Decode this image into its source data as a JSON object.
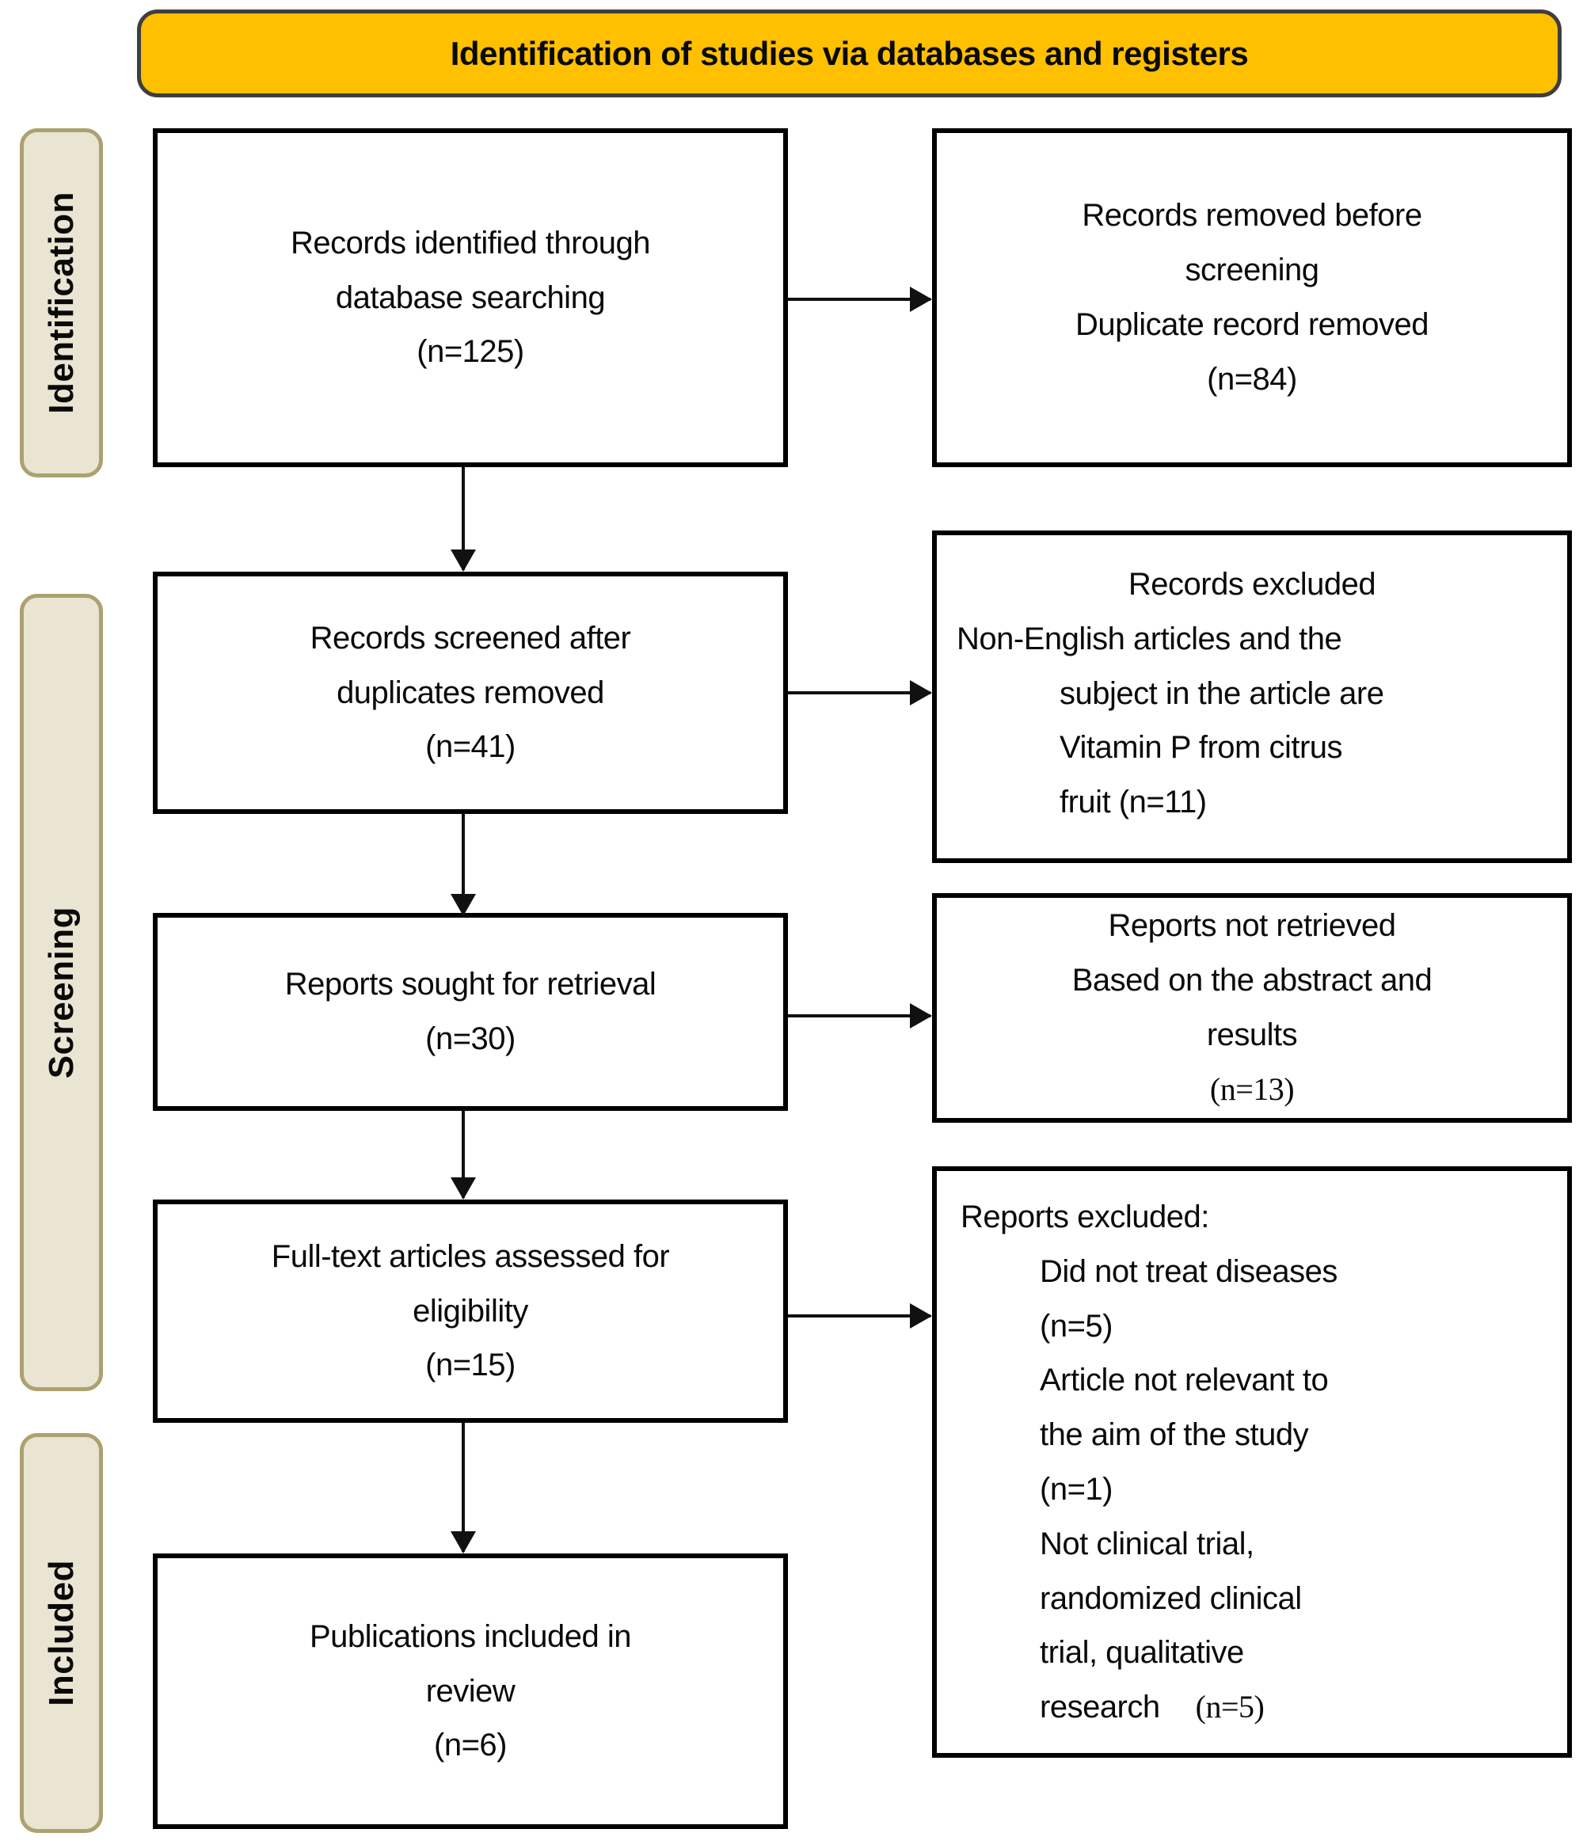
{
  "header": {
    "title": "Identification of studies via databases and registers"
  },
  "stages": [
    {
      "label": "Identification"
    },
    {
      "label": "Screening"
    },
    {
      "label": "Included"
    }
  ],
  "flow": [
    {
      "lines": [
        "Records identified through",
        "database searching",
        "(n=125)"
      ]
    },
    {
      "lines": [
        "Records screened after",
        "duplicates removed",
        "(n=41)"
      ]
    },
    {
      "lines": [
        "Reports sought for retrieval",
        "(n=30)"
      ]
    },
    {
      "lines": [
        "Full-text articles assessed for",
        "eligibility",
        "(n=15)"
      ]
    },
    {
      "lines": [
        "Publications included in",
        "review",
        "(n=6)"
      ]
    }
  ],
  "exclusions": [
    {
      "lines": [
        "Records removed before",
        "screening",
        "Duplicate record removed",
        "(n=84)"
      ]
    },
    {
      "lines": [
        "Records excluded",
        "Non-English articles and the",
        "subject in the article are",
        "Vitamin P from citrus",
        "fruit (n=11)"
      ]
    },
    {
      "lines": [
        "Reports not retrieved",
        "Based on the abstract and",
        "results",
        "(n=13)"
      ]
    },
    {
      "lines": [
        "Reports excluded:",
        "Did not treat diseases",
        "(n=5)",
        "Article not relevant to",
        "the aim of the study",
        "(n=1)",
        "Not clinical trial,",
        "randomized clinical",
        "trial, qualitative"
      ],
      "last_line": {
        "text": "research",
        "count": "(n=5)"
      }
    }
  ],
  "colors": {
    "banner_fill": "#FFC000",
    "banner_border": "#3E3E3E",
    "stage_fill": "#E9E5D2",
    "stage_border": "#ACA170",
    "box_border": "#000000",
    "arrow": "#111111"
  }
}
